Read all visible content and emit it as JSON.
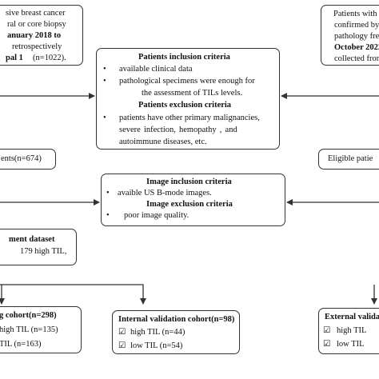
{
  "colors": {
    "border": "#333333",
    "line": "#333333",
    "text": "#111111"
  },
  "top_left": {
    "l1": "sive breast cancer",
    "l2": "ral or core biopsy",
    "l3": "anuary 2018 to",
    "l4": "retrospectively",
    "l5_bold": "pal 1",
    "l5_rest": "(n=1022)."
  },
  "top_right": {
    "l1": "Patients with",
    "l2": "confirmed by s",
    "l3": "pathology fre",
    "l4": "October 2022",
    "l5": "collected from"
  },
  "patient_criteria": {
    "inclusion_title": "Patients inclusion criteria",
    "inclusion_items": [
      "available clinical data",
      "pathological specimens were enough for",
      "the assessment of TILs levels."
    ],
    "exclusion_title": "Patients exclusion criteria",
    "exclusion_items": [
      "patients have other primary malignancies,",
      "severe infection, hemopathy , and",
      "autoimmune diseases, etc."
    ]
  },
  "eligible_left": "ents(n=674)",
  "eligible_right": "Eligible patie",
  "image_criteria": {
    "inclusion_title": "Image inclusion criteria",
    "inclusion_item": "avaible US B-mode images.",
    "exclusion_title": "Image exclusion criteria",
    "exclusion_item": "poor image quality."
  },
  "development": {
    "l1": "ment dataset",
    "l2": "179  high TIL,"
  },
  "training": {
    "title": "g cohort(n=298)",
    "high": "high TIL (n=135)",
    "low": "TIL  (n=163)"
  },
  "internal": {
    "title": "Internal validation cohort(n=98)",
    "high": "high TIL (n=44)",
    "low": "low TIL  (n=54)"
  },
  "external": {
    "title": "External valida",
    "high": "high TIL",
    "low": "low TIL"
  }
}
